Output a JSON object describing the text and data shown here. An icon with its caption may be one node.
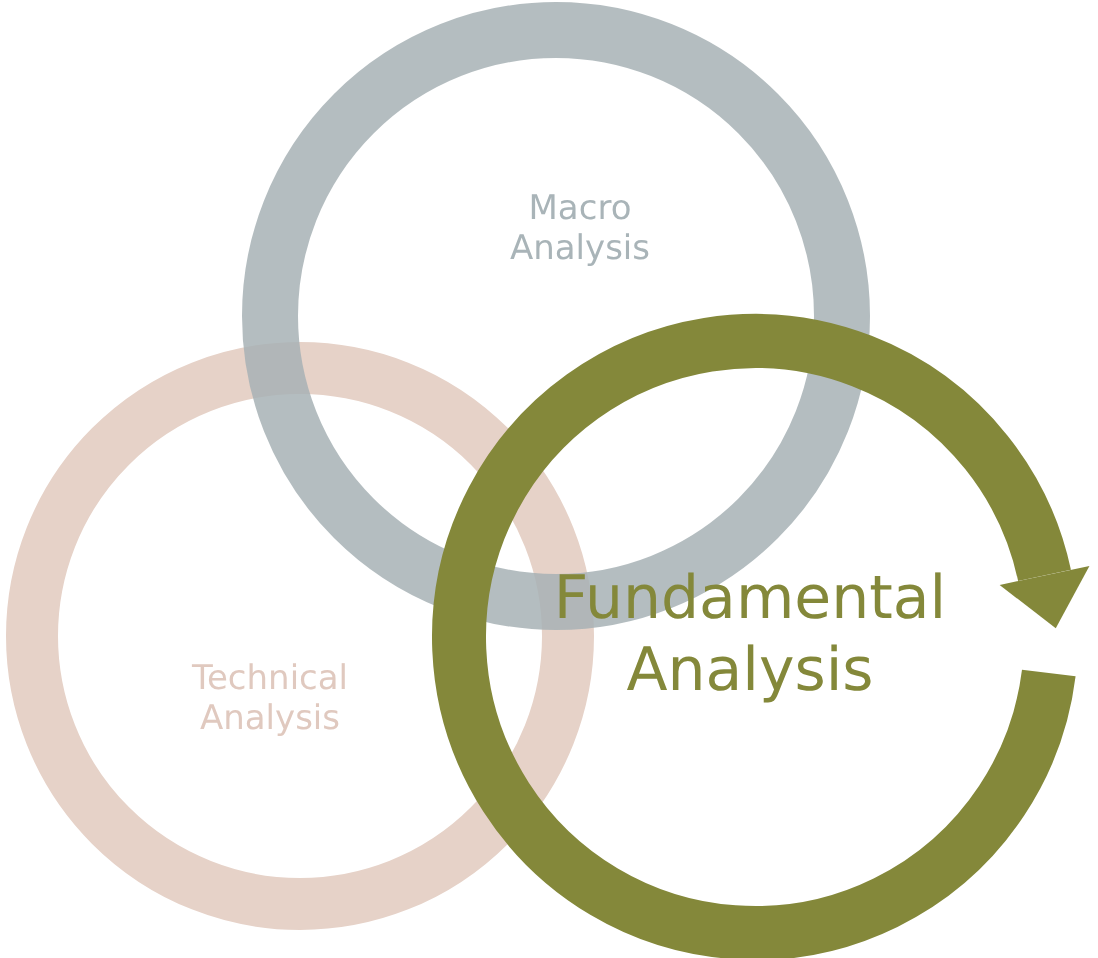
{
  "diagram": {
    "nodes": [
      {
        "text": [
          "Macro Analysis"
        ]
      },
      {
        "text": [
          "Technical Analysis"
        ]
      },
      {
        "text": [
          "Fundamental Analysis"
        ]
      }
    ]
  }
}
